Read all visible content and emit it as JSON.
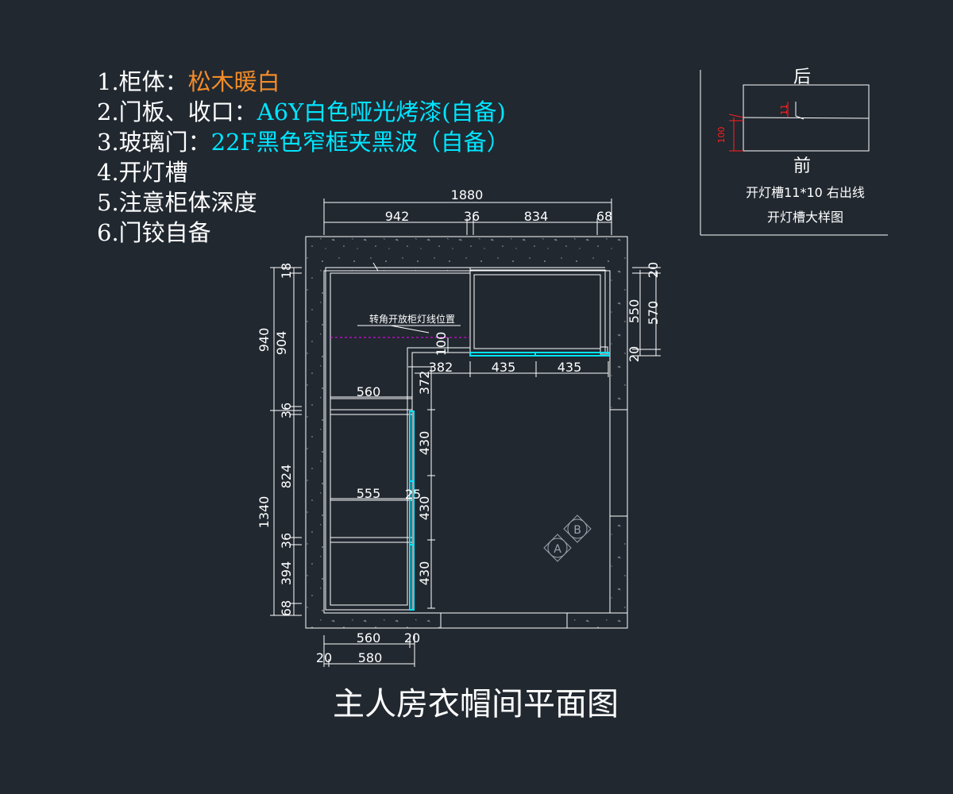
{
  "notes": [
    {
      "prefix": "1.柜体：",
      "value": "松木暖白",
      "value_color": "#f28c28"
    },
    {
      "prefix": "2.门板、收口：",
      "value": "A6Y白色哑光烤漆(自备)",
      "value_color": "#00e5ff"
    },
    {
      "prefix": "3.玻璃门：",
      "value": "22F黑色窄框夹黑波（自备）",
      "value_color": "#00e5ff"
    },
    {
      "prefix": "4.开灯槽",
      "value": "",
      "value_color": "#ffffff"
    },
    {
      "prefix": "5.注意柜体深度",
      "value": "",
      "value_color": "#ffffff"
    },
    {
      "prefix": "6.门铰自备",
      "value": "",
      "value_color": "#ffffff"
    }
  ],
  "drawing_title": "主人房衣帽间平面图",
  "detail": {
    "top_label": "后",
    "bottom_label": "前",
    "dim_11": "11",
    "dim_100": "100",
    "caption_1": "开灯槽11*10 右出线",
    "caption_2": "开灯槽大样图"
  },
  "plan": {
    "overall_width": "1880",
    "top_dims": [
      "942",
      "36",
      "834",
      "68"
    ],
    "right_dims": [
      "20",
      "550",
      "570",
      "20"
    ],
    "left_outer": [
      "940",
      "1340"
    ],
    "left_inner": [
      "18",
      "904",
      "36",
      "824",
      "36",
      "394",
      "68"
    ],
    "light_line_label": "转角开放柜灯线位置",
    "dim_100": "100",
    "upper_dims": [
      "382",
      "435",
      "435"
    ],
    "dim_372": "372",
    "shelf_widths": [
      "560",
      "555"
    ],
    "dim_25": "25",
    "door_dims": [
      "430",
      "430",
      "430"
    ],
    "bottom_dims_1": [
      "560",
      "20"
    ],
    "bottom_dims_2": [
      "20",
      "580"
    ],
    "markers": [
      "A",
      "B"
    ]
  },
  "colors": {
    "background": "#212830",
    "line": "#ffffff",
    "accent_cyan": "#00e5ff",
    "accent_orange": "#f28c28",
    "red": "#ff2020",
    "magenta": "#ff00ff"
  }
}
